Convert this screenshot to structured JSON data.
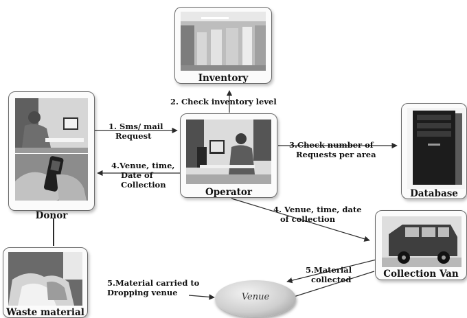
{
  "nodes": {
    "inventory": {
      "label": "Inventory"
    },
    "donor": {
      "label": "Donor"
    },
    "operator": {
      "label": "Operator"
    },
    "database": {
      "label": "Database"
    },
    "collection_van": {
      "label": "Collection Van"
    },
    "waste_material": {
      "label": "Waste material"
    },
    "venue": {
      "label": "Venue"
    }
  },
  "edges": {
    "check_inventory": "2. Check inventory level",
    "sms_request": [
      "1. Sms/ mail",
      "Request"
    ],
    "venue_to_donor": [
      "4.Venue, time,",
      "Date of",
      "Collection"
    ],
    "check_requests": [
      "3.Check number of",
      "Requests per area"
    ],
    "venue_to_van": [
      "4. Venue, time, date",
      "of collection"
    ],
    "material_collected": [
      "5.Material",
      "collected"
    ],
    "material_carried": [
      "5.Material carried to",
      "Dropping  venue"
    ]
  },
  "colors": {
    "line": "#2a2a2a",
    "border": "#6a6a6a"
  }
}
